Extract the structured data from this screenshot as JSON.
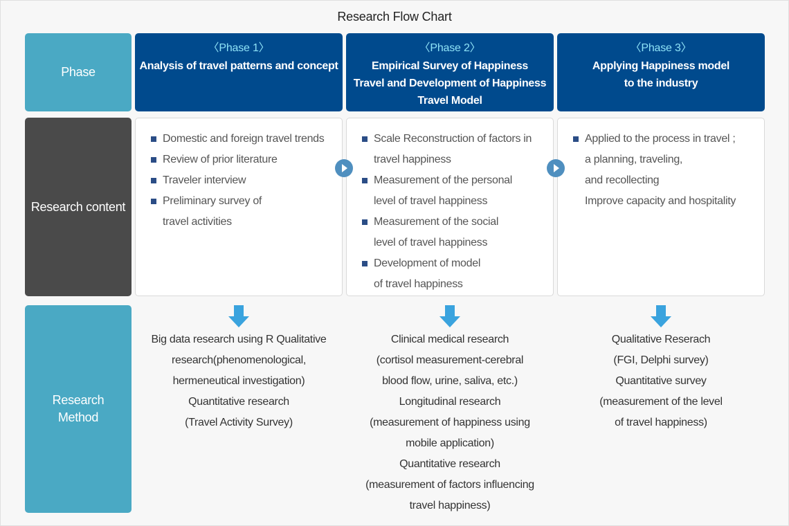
{
  "title": "Research Flow Chart",
  "row_labels": {
    "phase": "Phase",
    "content": "Research content",
    "method": "Research\nMethod"
  },
  "phases": [
    {
      "tag": "Phase 1",
      "title": "Analysis of travel patterns and concept"
    },
    {
      "tag": "Phase 2",
      "title": "Empirical Survey of Happiness\nTravel and Development of Happiness\nTravel Model"
    },
    {
      "tag": "Phase 3",
      "title": "Applying Happiness model\nto the industry"
    }
  ],
  "content": [
    [
      {
        "text": "Domestic and foreign travel trends",
        "bullet": true
      },
      {
        "text": "Review of prior literature",
        "bullet": true
      },
      {
        "text": "Traveler interview",
        "bullet": true
      },
      {
        "text": "Preliminary survey of\ntravel activities",
        "bullet": true
      }
    ],
    [
      {
        "text": "Scale Reconstruction of factors in\ntravel happiness",
        "bullet": true
      },
      {
        "text": "Measurement of the personal\nlevel of travel happiness",
        "bullet": true
      },
      {
        "text": "Measurement of the social\nlevel of travel happiness",
        "bullet": true
      },
      {
        "text": "Development of model\nof travel happiness",
        "bullet": true
      }
    ],
    [
      {
        "text": "Applied to the process in travel ;\na planning, traveling,\nand recollecting",
        "bullet": true
      },
      {
        "text": "Improve capacity and hospitality",
        "bullet": false
      }
    ]
  ],
  "methods": [
    [
      "Big data research using R Qualitative\nresearch(phenomenological,\nhermeneutical investigation)",
      "Quantitative research\n(Travel Activity Survey)"
    ],
    [
      "Clinical medical research\n(cortisol measurement-cerebral\nblood flow, urine, saliva, etc.)",
      "Longitudinal research\n(measurement of happiness using\nmobile application)",
      "Quantitative research\n(measurement of factors influencing\ntravel happiness)"
    ],
    [
      "Qualitative Reserach\n(FGI, Delphi survey)",
      "Quantitative survey\n(measurement of the level\nof travel happiness)"
    ]
  ],
  "colors": {
    "row_label_teal": "#4aa9c4",
    "row_label_dark": "#4a4a4a",
    "phase_header": "#004a8d",
    "phase_tag": "#8fe3f7",
    "bullet": "#2b4d86",
    "arrow": "#3aa3de",
    "play_button": "#4f8fbf"
  },
  "icons": {
    "connector": "play-circle-icon",
    "down": "down-arrow-icon",
    "bullet": "square-bullet-icon"
  }
}
